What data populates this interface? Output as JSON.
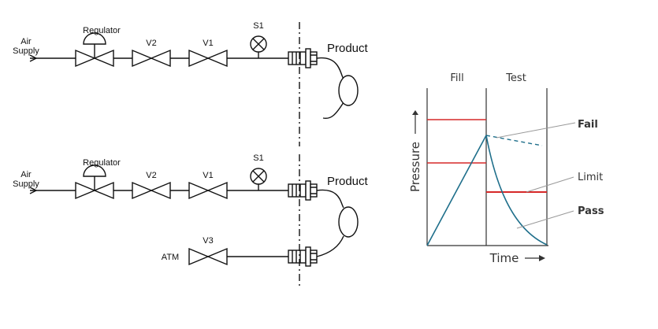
{
  "diagram": {
    "top": {
      "air_supply": "Air\nSupply",
      "regulator": "Regulator",
      "v2": "V2",
      "v1": "V1",
      "s1": "S1",
      "product": "Product"
    },
    "bottom": {
      "air_supply": "Air\nSupply",
      "regulator": "Regulator",
      "v2": "V2",
      "v1": "V1",
      "s1": "S1",
      "product": "Product",
      "v3": "V3",
      "atm": "ATM"
    }
  },
  "chart_data": {
    "type": "line",
    "title": "",
    "phases": [
      "Fill",
      "Test"
    ],
    "xlabel": "Time",
    "ylabel": "Pressure",
    "annotations": [
      "Fail",
      "Limit",
      "Pass"
    ],
    "colors": {
      "curve": "#1f6f8b",
      "limit": "#d62828",
      "axis": "#333333"
    }
  }
}
